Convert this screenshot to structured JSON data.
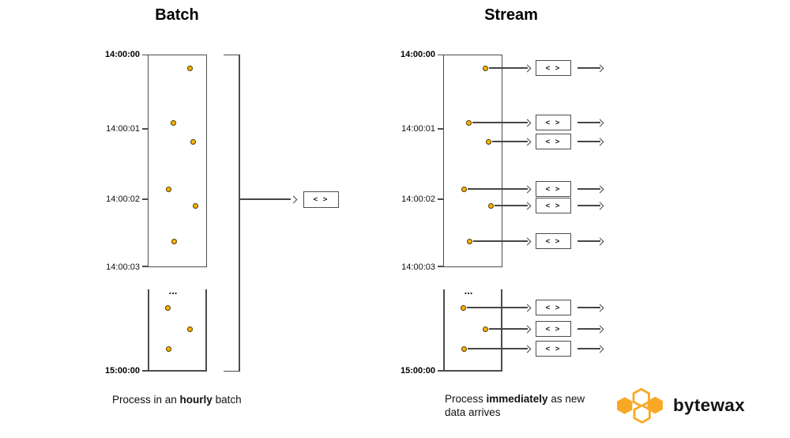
{
  "diagram": {
    "batch": {
      "title": "Batch",
      "time_labels": [
        {
          "text": "14:00:00",
          "bold": true
        },
        {
          "text": "14:00:01",
          "bold": false
        },
        {
          "text": "14:00:02",
          "bold": false
        },
        {
          "text": "14:00:03",
          "bold": false
        },
        {
          "text": "15:00:00",
          "bold": true
        }
      ],
      "ellipsis": "...",
      "caption": {
        "prefix": "Process in an ",
        "bold": "hourly",
        "suffix": " batch"
      }
    },
    "stream": {
      "title": "Stream",
      "time_labels": [
        {
          "text": "14:00:00",
          "bold": true
        },
        {
          "text": "14:00:01",
          "bold": false
        },
        {
          "text": "14:00:02",
          "bold": false
        },
        {
          "text": "14:00:03",
          "bold": false
        },
        {
          "text": "15:00:00",
          "bold": true
        }
      ],
      "ellipsis": "...",
      "caption": {
        "prefix": "Process ",
        "bold": "immediately",
        "suffix": " as new data arrives"
      }
    },
    "operator_label": "< >",
    "colors": {
      "accent": "#F9A825",
      "dot_fill": "#FFB300",
      "line": "#4D4D4D"
    }
  },
  "logo": {
    "text": "bytewax"
  }
}
